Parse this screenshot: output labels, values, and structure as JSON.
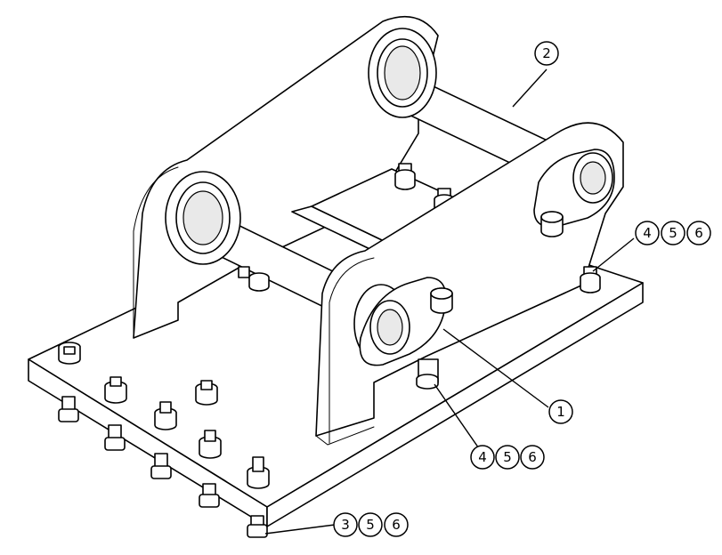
{
  "callouts": [
    {
      "id": "c2",
      "labels": [
        "2"
      ]
    },
    {
      "id": "c456a",
      "labels": [
        "4",
        "5",
        "6"
      ]
    },
    {
      "id": "c1",
      "labels": [
        "1"
      ]
    },
    {
      "id": "c456b",
      "labels": [
        "4",
        "5",
        "6"
      ]
    },
    {
      "id": "c356",
      "labels": [
        "3",
        "5",
        "6"
      ]
    }
  ]
}
